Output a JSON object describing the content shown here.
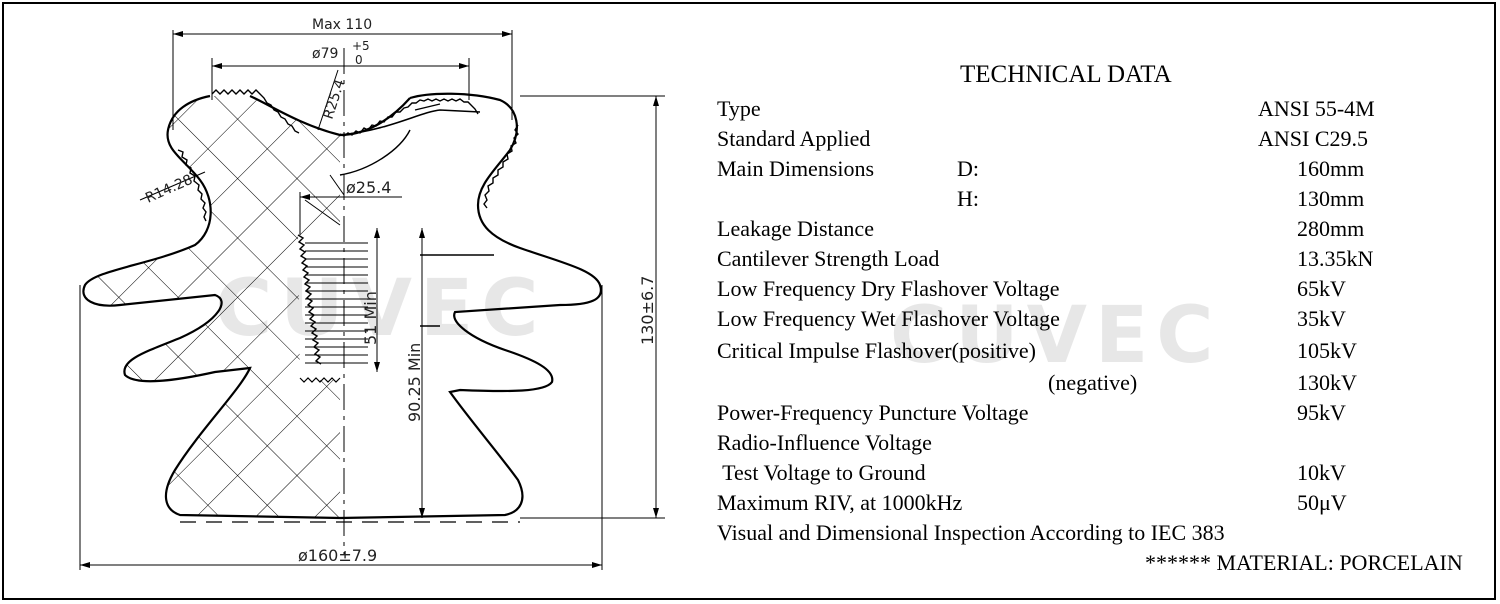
{
  "watermark": "CUVEC",
  "dimensions": {
    "max_width": "Max 110",
    "top_dia_main": "ø79",
    "top_dia_sup": "+5",
    "top_dia_sub": "0",
    "radius_top": "R25.4",
    "radius_side": "R14.28",
    "pin_dia": "ø25.4",
    "thread_depth": "51 Min",
    "pin_height": "90.25 Min",
    "height": "130±6.7",
    "base_dia": "ø160±7.9"
  },
  "technical_data": {
    "title": "TECHNICAL DATA",
    "rows": [
      {
        "label": "Type",
        "sub": "",
        "value": "ANSI 55-4M"
      },
      {
        "label": "Standard Applied",
        "sub": "",
        "value": "ANSI C29.5"
      },
      {
        "label": "Main Dimensions",
        "sub": "D:",
        "value": "160mm"
      },
      {
        "label": "",
        "sub": "H:",
        "value": "130mm"
      },
      {
        "label": "Leakage Distance",
        "sub": "",
        "value": "280mm"
      },
      {
        "label": "Cantilever Strength Load",
        "sub": "",
        "value": "13.35kN"
      },
      {
        "label": "Low Frequency Dry Flashover Voltage",
        "sub": "",
        "value": "65kV"
      },
      {
        "label": "Low Frequency Wet Flashover Voltage",
        "sub": "",
        "value": "35kV"
      },
      {
        "label": "Critical Impulse Flashover(positive)",
        "sub": "",
        "value": "105kV"
      },
      {
        "label": "(negative)",
        "sub": "",
        "value": "130kV"
      },
      {
        "label": "Power-Frequency Puncture Voltage",
        "sub": "",
        "value": "95kV"
      },
      {
        "label": "Radio-Influence Voltage",
        "sub": "",
        "value": ""
      },
      {
        "label": " Test Voltage to Ground",
        "sub": "",
        "value": "10kV"
      },
      {
        "label": "Maximum RIV, at 1000kHz",
        "sub": "",
        "value": "50μV"
      }
    ],
    "inspection": "Visual and Dimensional Inspection According to IEC 383",
    "material": "****** MATERIAL: PORCELAIN"
  }
}
